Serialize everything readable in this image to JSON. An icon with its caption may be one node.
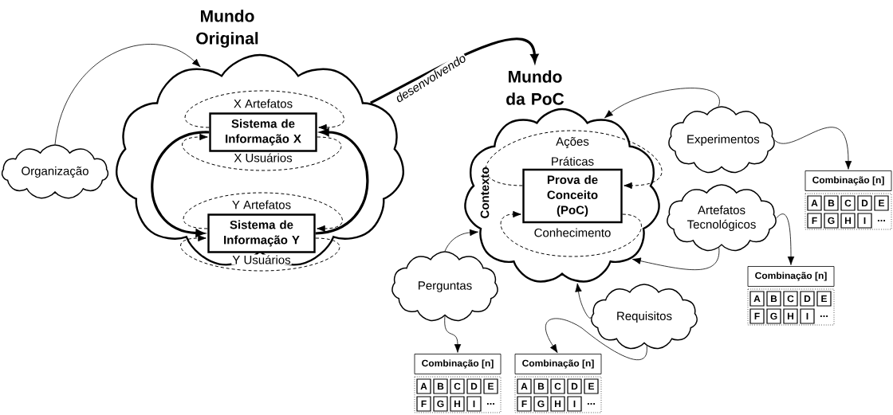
{
  "diagram": {
    "nodes": [
      {
        "text": [
          "Mundo Original"
        ]
      },
      {
        "text": [
          "Organização"
        ]
      },
      {
        "text": [
          "Sistema de Informação X"
        ],
        "in": 0
      },
      {
        "text": [
          "Sistema de Informação Y"
        ],
        "in": 0
      },
      {
        "text": [
          "Mundo da PoC",
          "Contexto"
        ]
      },
      {
        "text": [
          "Prova de Conceito (PoC)"
        ],
        "in": 4
      },
      {
        "text": [
          "Experimentos"
        ]
      },
      {
        "text": [
          "Artefatos Tecnológicos"
        ]
      },
      {
        "text": [
          "Perguntas"
        ]
      },
      {
        "text": [
          "Requisitos"
        ]
      },
      {
        "text": [
          "Combinação [n]",
          "A",
          "B",
          "C",
          "D",
          "E",
          "F",
          "G",
          "H",
          "I",
          "..."
        ]
      },
      {
        "text": [
          "Combinação [n]",
          "A",
          "B",
          "C",
          "D",
          "E",
          "F",
          "G",
          "H",
          "I",
          "..."
        ]
      },
      {
        "text": [
          "Combinação [n]",
          "A",
          "B",
          "C",
          "D",
          "E",
          "F",
          "G",
          "H",
          "I",
          "..."
        ]
      },
      {
        "text": [
          "Combinação [n]",
          "A",
          "B",
          "C",
          "D",
          "E",
          "F",
          "G",
          "H",
          "I",
          "..."
        ]
      }
    ],
    "edges": [
      {
        "from": 1,
        "to": 0,
        "arrow": "to"
      },
      {
        "from": 0,
        "to": 4,
        "arrow": "to",
        "label": "desenvolvendo",
        "style": "thick"
      },
      {
        "from": 2,
        "to": 3,
        "arrow": "to",
        "style": "thick"
      },
      {
        "from": 3,
        "to": 2,
        "arrow": "to",
        "style": "thick"
      },
      {
        "from": 2,
        "to": 2,
        "arrow": "to",
        "label": "X Artefatos",
        "style": "dashed"
      },
      {
        "from": 2,
        "to": 2,
        "arrow": "to",
        "label": "X Usuários",
        "style": "dashed"
      },
      {
        "from": 3,
        "to": 3,
        "arrow": "to",
        "label": "Y Artefatos",
        "style": "dashed"
      },
      {
        "from": 3,
        "to": 3,
        "arrow": "to",
        "label": "Y Usuários",
        "style": "dashed"
      },
      {
        "from": 5,
        "to": 5,
        "arrow": "to",
        "label": "Ações Práticas",
        "style": "dashed"
      },
      {
        "from": 5,
        "to": 5,
        "arrow": "to",
        "label": "Conhecimento",
        "style": "dashed"
      },
      {
        "from": 6,
        "to": 4,
        "arrow": "to"
      },
      {
        "from": 6,
        "to": 10,
        "arrow": "to"
      },
      {
        "from": 7,
        "to": 4,
        "arrow": "to"
      },
      {
        "from": 7,
        "to": 11,
        "arrow": "to"
      },
      {
        "from": 8,
        "to": 4,
        "arrow": "to"
      },
      {
        "from": 8,
        "to": 12,
        "arrow": "to"
      },
      {
        "from": 9,
        "to": 4,
        "arrow": "to"
      },
      {
        "from": 9,
        "to": 13,
        "arrow": "to"
      }
    ]
  }
}
